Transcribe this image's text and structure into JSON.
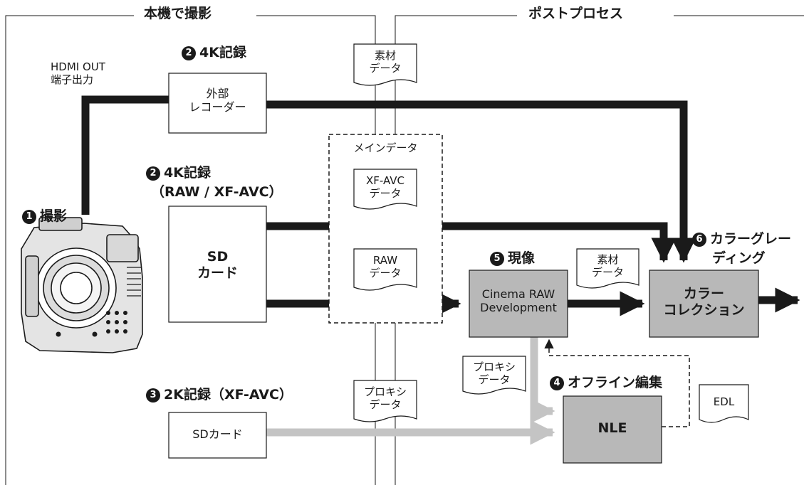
{
  "sections": {
    "camera": "本機で撮影",
    "post": "ポストプロセス"
  },
  "labels": {
    "hdmi_line1": "HDMI OUT",
    "hdmi_line2": "端子出力",
    "step1": "撮影",
    "step2_ext": "4K記録",
    "step2_sd": "4K記録",
    "step2_sd_formats": "（RAW / XF-AVC）",
    "step3": "2K記録（XF-AVC）",
    "step4": "オフライン編集",
    "step5": "現像",
    "step6_line1": "カラーグレー",
    "step6_line2": "ディング"
  },
  "badges": {
    "step1": "1",
    "step2_ext": "2",
    "step2_sd": "2",
    "step3": "3",
    "step4": "4",
    "step5": "5",
    "step6": "6"
  },
  "boxes": {
    "external_recorder": [
      "外部",
      "レコーダー"
    ],
    "sd_card_4k": [
      "SD",
      "カード"
    ],
    "sd_card_2k": "SDカード",
    "cinema_raw": [
      "Cinema RAW",
      "Development"
    ],
    "color_correction": [
      "カラー",
      "コレクション"
    ],
    "nle": "NLE"
  },
  "documents": {
    "material_top": [
      "素材",
      "データ"
    ],
    "main_data_title": "メインデータ",
    "xf_avc": [
      "XF-AVC",
      "データ"
    ],
    "raw": [
      "RAW",
      "データ"
    ],
    "proxy_center": [
      "プロキシ",
      "データ"
    ],
    "material_right": [
      "素材",
      "データ"
    ],
    "proxy_left": [
      "プロキシ",
      "データ"
    ],
    "edl": "EDL"
  },
  "colors": {
    "line_black": "#1a1a1a",
    "line_gray": "#c4c4c4",
    "box_gray": "#b8b8b8"
  }
}
